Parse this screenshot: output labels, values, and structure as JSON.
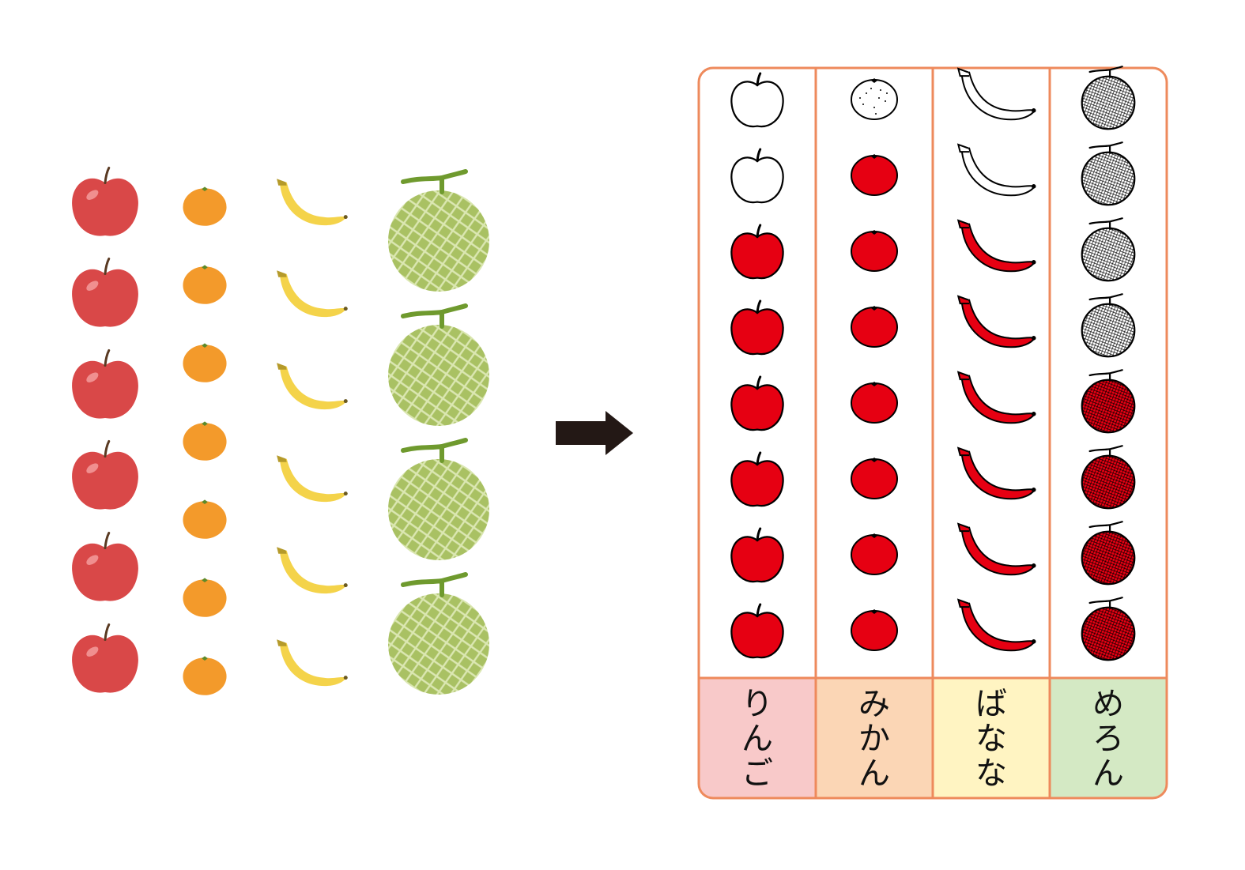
{
  "chart_data": {
    "type": "pictograph",
    "categories": [
      "りんご",
      "みかん",
      "ばなな",
      "めろん"
    ],
    "values": [
      6,
      7,
      6,
      4
    ],
    "max_cells": 8,
    "source_counts": {
      "apple": 6,
      "orange": 7,
      "banana": 6,
      "melon": 4
    }
  },
  "icons": {
    "apple": "apple-icon",
    "orange": "mandarin-orange-icon",
    "banana": "banana-icon",
    "melon": "melon-icon",
    "arrow": "arrow-right-icon"
  },
  "colors": {
    "apple": "#d94848",
    "orange": "#f39a2b",
    "banana": "#f4d34a",
    "melon": "#a9c163",
    "fill_red": "#e60012",
    "table_border": "#ee8a5c",
    "label_bg": [
      "#f8c9c9",
      "#fbd6b5",
      "#fff4c2",
      "#d4e9c4"
    ]
  }
}
